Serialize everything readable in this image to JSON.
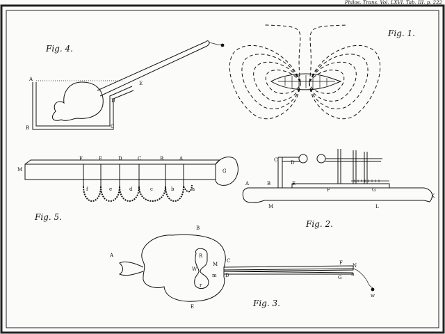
{
  "plate": {
    "header": "Philos. Trans. Vol. LXVI. Tab. III. p. 222"
  },
  "fig1": {
    "caption": "Fig. 1."
  },
  "fig2": {
    "caption": "Fig. 2.",
    "labels": {
      "C": "C",
      "D": "D",
      "A": "A",
      "B": "B",
      "E": "E",
      "F": "F",
      "G": "G",
      "K": "K",
      "M": "M",
      "L": "L"
    }
  },
  "fig3": {
    "caption": "Fig. 3.",
    "labels": {
      "B": "B",
      "A": "A",
      "R": "R",
      "W": "W",
      "r": "r",
      "C": "C",
      "M": "M",
      "m": "m",
      "D": "D",
      "F": "F",
      "N": "N",
      "G": "G",
      "n": "n",
      "E": "E",
      "w": "w"
    }
  },
  "fig4": {
    "caption": "Fig. 4.",
    "labels": {
      "A": "A",
      "B": "B",
      "C": "C",
      "D": "D",
      "E": "E"
    }
  },
  "fig5": {
    "caption": "Fig. 5.",
    "labels": {
      "M": "M",
      "F": "F",
      "E": "E",
      "D": "D",
      "C": "C",
      "B": "B",
      "A": "A",
      "G": "G",
      "f": "f",
      "e": "e",
      "d": "d",
      "c": "c",
      "b": "b",
      "a": "a"
    }
  }
}
